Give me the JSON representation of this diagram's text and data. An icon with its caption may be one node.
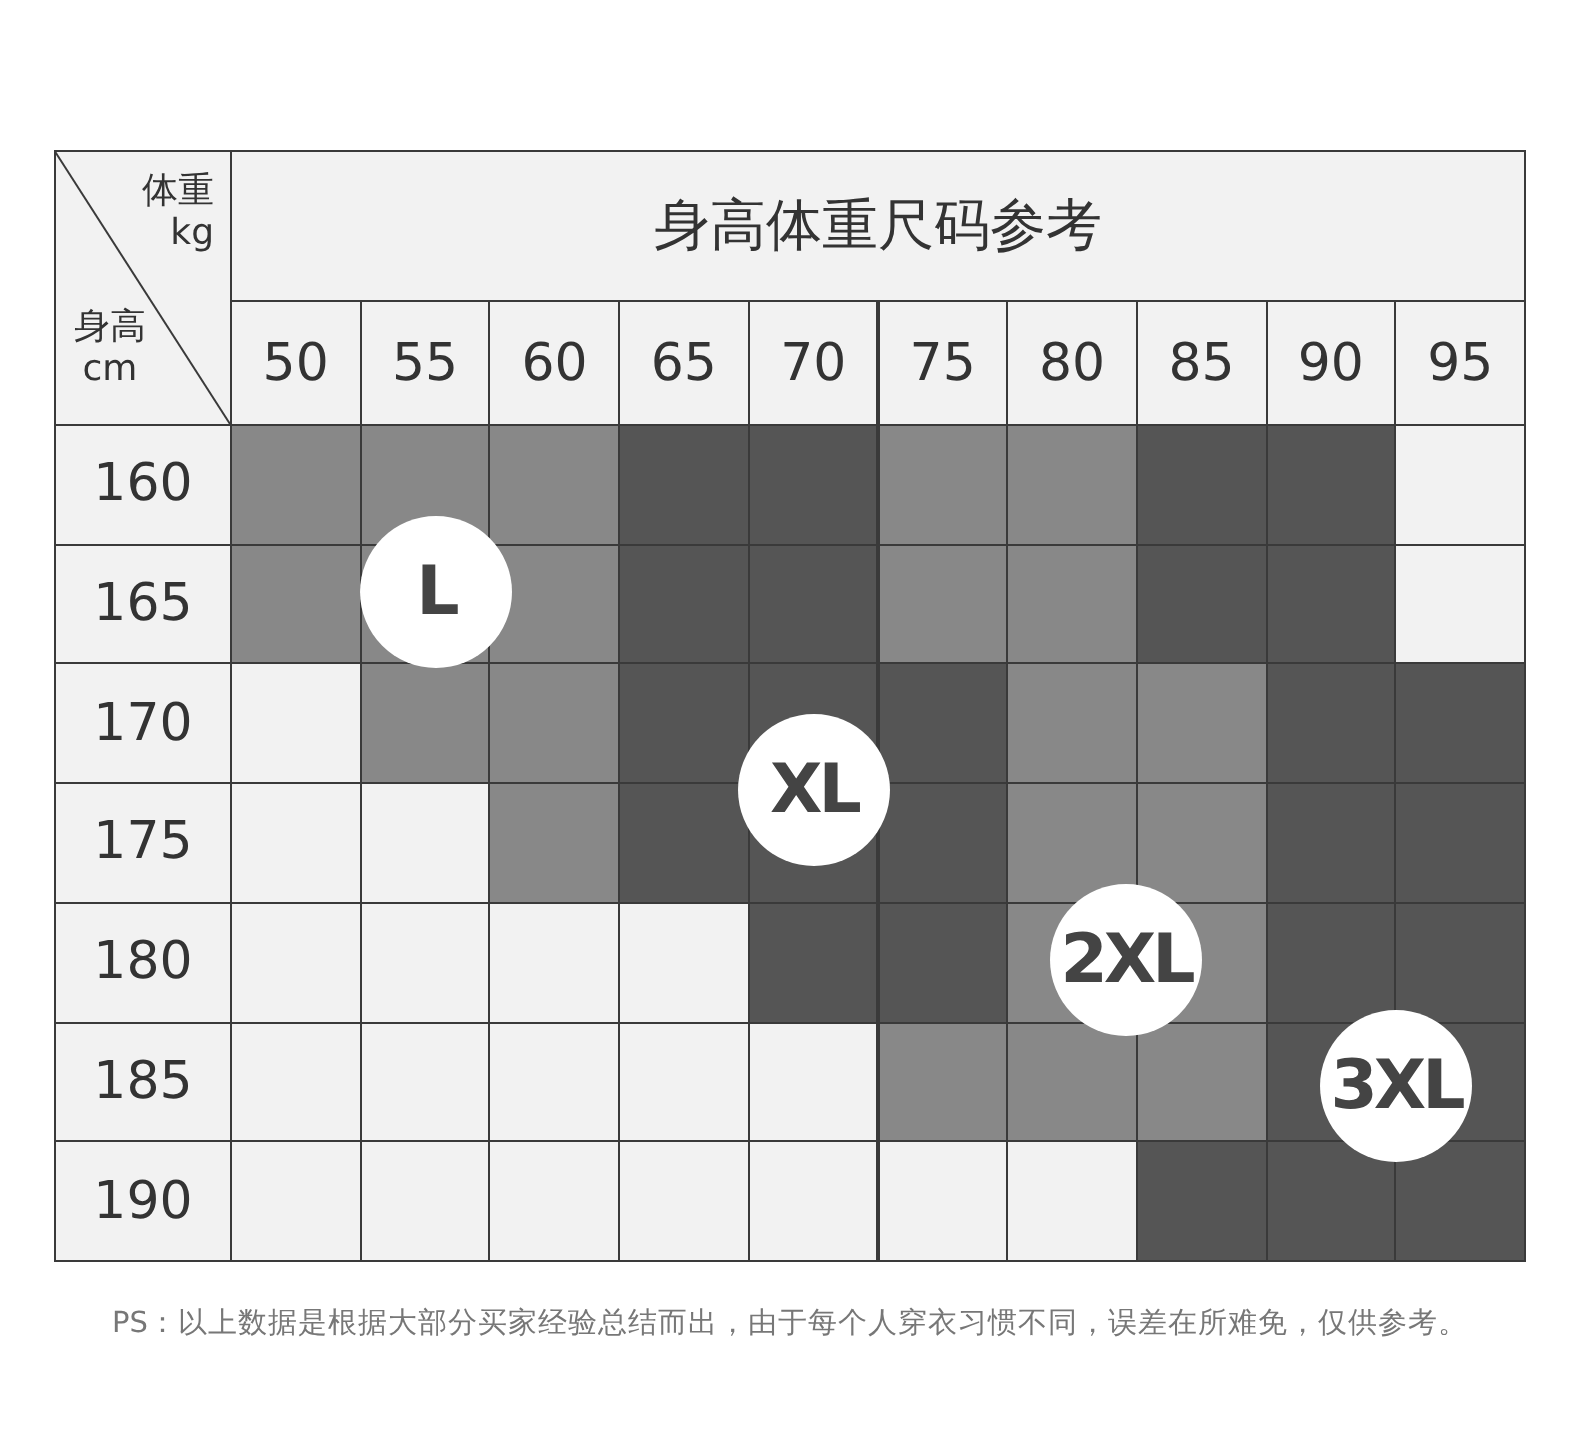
{
  "diagram": {
    "title": "身高体重尺码参考",
    "caption": "PS：以上数据是根据大部分买家经验总结而出，由于每个人穿衣习惯不同，误差在所难免，仅供参考。",
    "nodes": [
      {
        "text": [
          "L"
        ]
      },
      {
        "text": [
          "XL"
        ]
      },
      {
        "text": [
          "2XL"
        ]
      },
      {
        "text": [
          "3XL"
        ]
      }
    ],
    "labels": [
      "体重 kg",
      "身高 cm",
      "50",
      "55",
      "60",
      "65",
      "70",
      "75",
      "80",
      "85",
      "90",
      "95",
      "160",
      "165",
      "170",
      "175",
      "180",
      "185",
      "190"
    ]
  }
}
